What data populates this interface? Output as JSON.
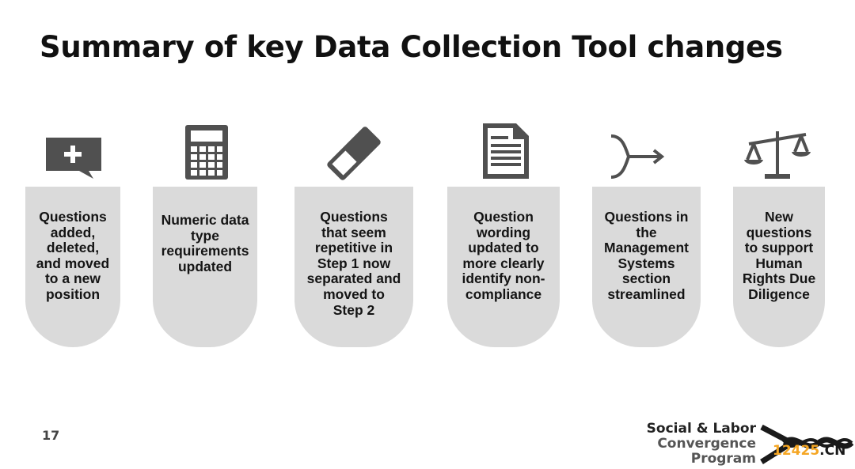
{
  "slide": {
    "title": "Summary of key Data Collection Tool changes",
    "page_number": "17"
  },
  "cards": [
    {
      "icon": "comment-plus-icon",
      "text": "Questions\nadded,\ndeleted,\nand moved\nto a new\nposition"
    },
    {
      "icon": "calculator-icon",
      "text": "Numeric data\ntype\nrequirements\nupdated"
    },
    {
      "icon": "eraser-icon",
      "text": "Questions\nthat seem\nrepetitive in\nStep 1 now\nseparated and\nmoved to\nStep 2"
    },
    {
      "icon": "document-icon",
      "text": "Question\nwording\nupdated to\nmore clearly\nidentify non-\ncompliance"
    },
    {
      "icon": "merge-arrow-icon",
      "text": "Questions in\nthe\nManagement\nSystems\nsection\nstreamlined"
    },
    {
      "icon": "scales-icon",
      "text": "New\nquestions\nto support\nHuman\nRights Due\nDiligence"
    }
  ],
  "logo": {
    "line1": "Social & Labor",
    "line2": "Convergence",
    "line3": "Program"
  },
  "watermark": {
    "number": "12425",
    "domain": ".CN"
  },
  "colors": {
    "card": "#dadada",
    "icon": "#505050",
    "watermark_accent": "#f5a623"
  }
}
